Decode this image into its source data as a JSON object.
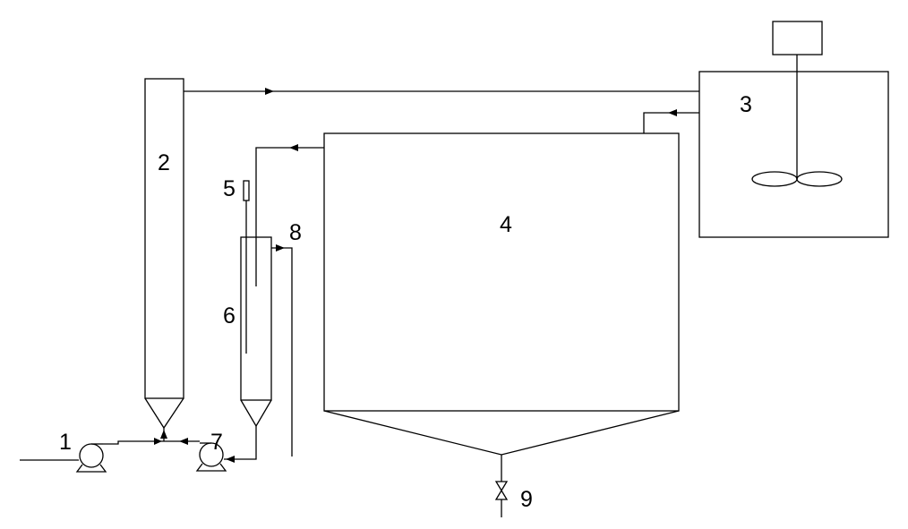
{
  "diagram": {
    "labels": {
      "pump_inlet": "1",
      "column_2": "2",
      "stirred_tank": "3",
      "settling_tank": "4",
      "small_part_5": "5",
      "small_column_6": "6",
      "pump_7": "7",
      "outlet_8": "8",
      "valve_9": "9"
    },
    "stroke_color": "#000000",
    "background_color": "#ffffff"
  }
}
